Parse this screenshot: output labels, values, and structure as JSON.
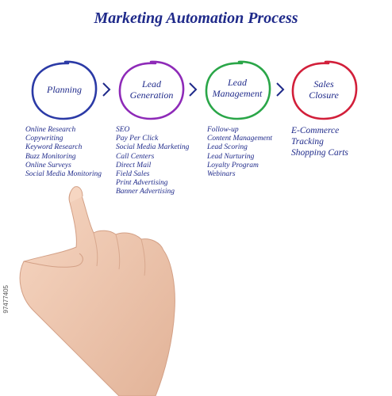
{
  "title": "Marketing Automation Process",
  "stages": [
    {
      "label_lines": [
        "Planning"
      ],
      "color": "#2b3aa6",
      "items": [
        "Online Research",
        "Copywriting",
        "Keyword Research",
        "Buzz Monitoring",
        "Online Surveys",
        "Social Media Monitoring"
      ]
    },
    {
      "label_lines": [
        "Lead",
        "Generation"
      ],
      "color": "#8e2ab8",
      "items": [
        "SEO",
        "Pay Per Click",
        "Social Media Marketing",
        "Call Centers",
        "Direct Mail",
        "Field Sales",
        "Print Advertising",
        "Banner Advertising"
      ]
    },
    {
      "label_lines": [
        "Lead",
        "Management"
      ],
      "color": "#2aa648",
      "items": [
        "Follow-up",
        "Content Management",
        "Lead Scoring",
        "Lead Nurturing",
        "Loyalty Program",
        "Webinars"
      ]
    },
    {
      "label_lines": [
        "Sales",
        "Closure"
      ],
      "color": "#d21f3a",
      "items": [
        "E-Commerce",
        "Tracking",
        "Shopping Carts"
      ]
    }
  ],
  "arrow_color": "#1f2a8a",
  "text_color": "#1f2a8a",
  "skin_color": "#f1c9b0",
  "watermark_id": "97477405"
}
